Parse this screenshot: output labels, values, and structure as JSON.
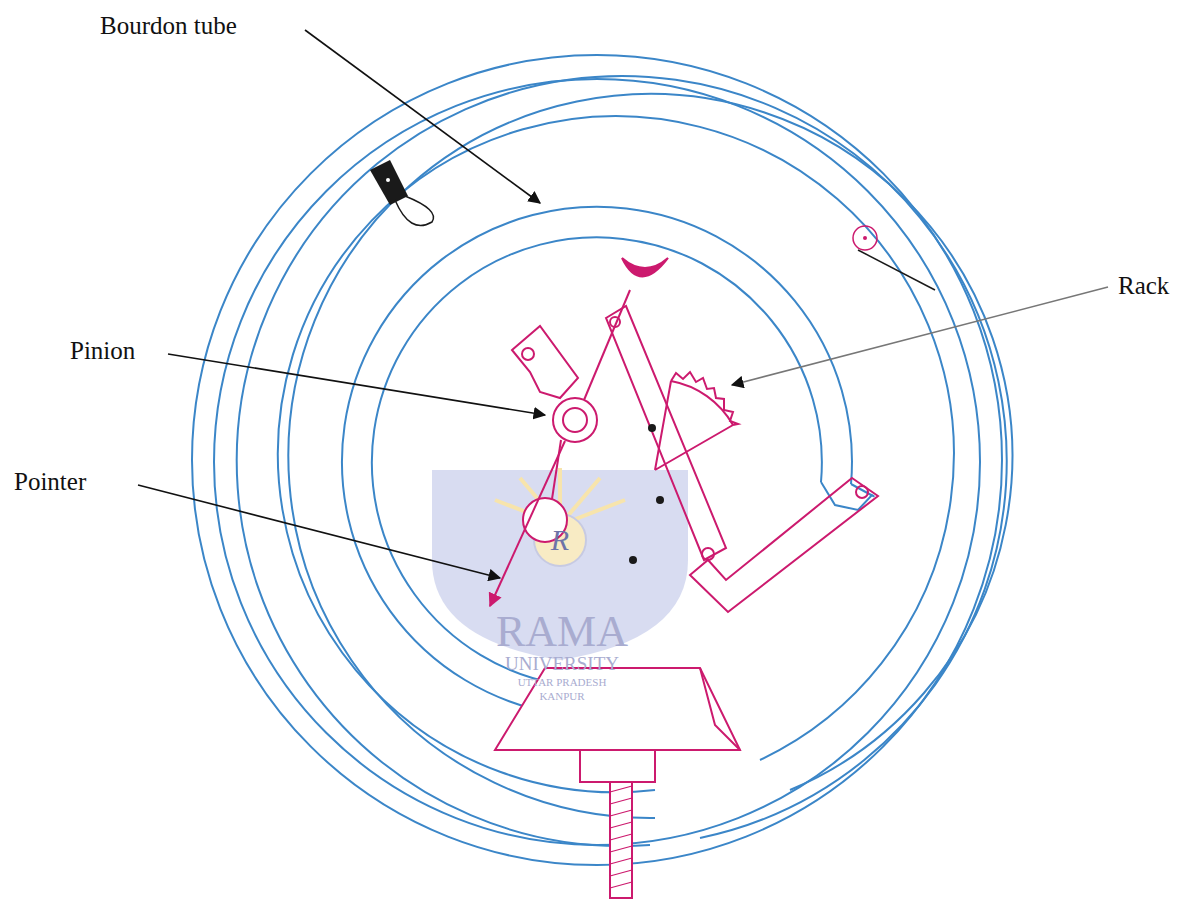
{
  "diagram": {
    "labels": [
      "Bourdon tube",
      "Rack",
      "Pinion",
      "Pointer",
      "R",
      "RAMA",
      "UNIVERSITY",
      "UTTAR PRADESH",
      "KANPUR"
    ]
  }
}
